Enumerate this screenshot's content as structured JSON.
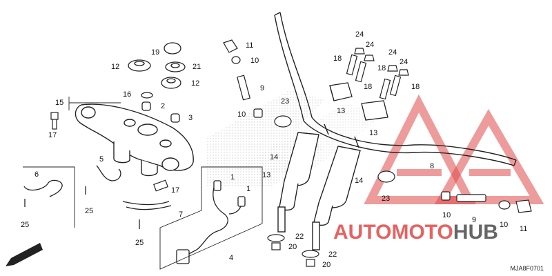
{
  "diagram": {
    "document_code": "MJA8F0701",
    "direction_label": "FR.",
    "watermark": {
      "part1": "AUTOMOTO",
      "part2": "HUB",
      "color_red": "#e04848",
      "color_gray": "#505050"
    },
    "callouts": {
      "p1a": "1",
      "p1b": "1",
      "p2": "2",
      "p3": "3",
      "p4": "4",
      "p5": "5",
      "p6": "6",
      "p7": "7",
      "p8": "8",
      "p9a": "9",
      "p9b": "9",
      "p10a": "10",
      "p10b": "10",
      "p10c": "10",
      "p10d": "10",
      "p11a": "11",
      "p11b": "11",
      "p12a": "12",
      "p12b": "12",
      "p13a": "13",
      "p13b": "13",
      "p13c": "13",
      "p14a": "14",
      "p14b": "14",
      "p15": "15",
      "p16": "16",
      "p17a": "17",
      "p17b": "17",
      "p18a": "18",
      "p18b": "18",
      "p18c": "18",
      "p18d": "18",
      "p19": "19",
      "p20a": "20",
      "p20b": "20",
      "p21": "21",
      "p22a": "22",
      "p22b": "22",
      "p23a": "23",
      "p23b": "23",
      "p24a": "24",
      "p24b": "24",
      "p24c": "24",
      "p24d": "24",
      "p25a": "25",
      "p25b": "25",
      "p25c": "25"
    }
  }
}
